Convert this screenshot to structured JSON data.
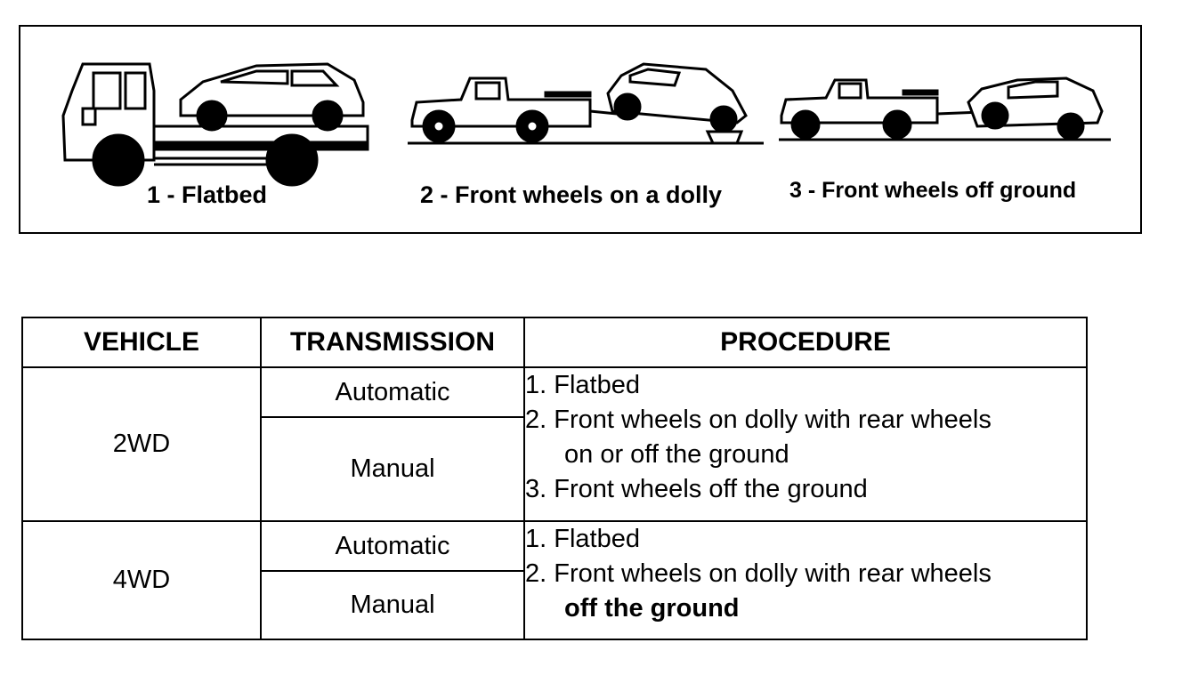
{
  "illustrations": {
    "captions": [
      "1 - Flatbed",
      "2 - Front wheels on a dolly",
      "3 - Front wheels off ground"
    ]
  },
  "table": {
    "headers": {
      "vehicle": "VEHICLE",
      "transmission": "TRANSMISSION",
      "procedure": "PROCEDURE"
    },
    "groups": [
      {
        "vehicle": "2WD",
        "transmissions": [
          "Automatic",
          "Manual"
        ],
        "procedure": {
          "line1": "1.  Flatbed",
          "line2": "2.  Front wheels on dolly with rear wheels",
          "line2b": "on or off the ground",
          "line3": "3.  Front wheels off the ground"
        }
      },
      {
        "vehicle": "4WD",
        "transmissions": [
          "Automatic",
          "Manual"
        ],
        "procedure": {
          "line1": "1.  Flatbed",
          "line2": "2.  Front wheels on dolly with rear wheels",
          "line2b": "off the ground"
        }
      }
    ]
  }
}
